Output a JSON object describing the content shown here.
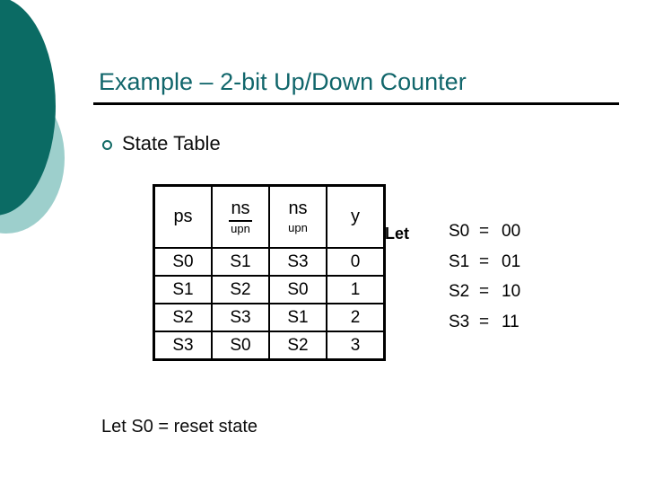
{
  "slide": {
    "title": "Example – 2-bit Up/Down Counter",
    "bullet": {
      "marker": "hollow-circle-bullet",
      "text": "State Table"
    },
    "footnote": "Let S0 = reset state"
  },
  "state_table": {
    "headers": [
      {
        "top": "ps",
        "sub": "",
        "overbar": false
      },
      {
        "top": "ns",
        "sub": "upn",
        "overbar": true
      },
      {
        "top": "ns",
        "sub": "upn",
        "overbar": false
      },
      {
        "top": "y",
        "sub": "",
        "overbar": false
      }
    ],
    "rows": [
      [
        "S0",
        "S1",
        "S3",
        "0"
      ],
      [
        "S1",
        "S2",
        "S0",
        "1"
      ],
      [
        "S2",
        "S3",
        "S1",
        "2"
      ],
      [
        "S3",
        "S0",
        "S2",
        "3"
      ]
    ]
  },
  "encoding": {
    "label": "Let",
    "rows": [
      {
        "state": "S0",
        "eq": "=",
        "bits": "00"
      },
      {
        "state": "S1",
        "eq": "=",
        "bits": "01"
      },
      {
        "state": "S2",
        "eq": "=",
        "bits": "10"
      },
      {
        "state": "S3",
        "eq": "=",
        "bits": "11"
      }
    ]
  },
  "colors": {
    "title_teal": "#11666b",
    "deco_dark_teal": "#0b6b64",
    "deco_light_teal": "#9dcfcc",
    "bullet_teal": "#136b66",
    "text_black": "#000000"
  }
}
